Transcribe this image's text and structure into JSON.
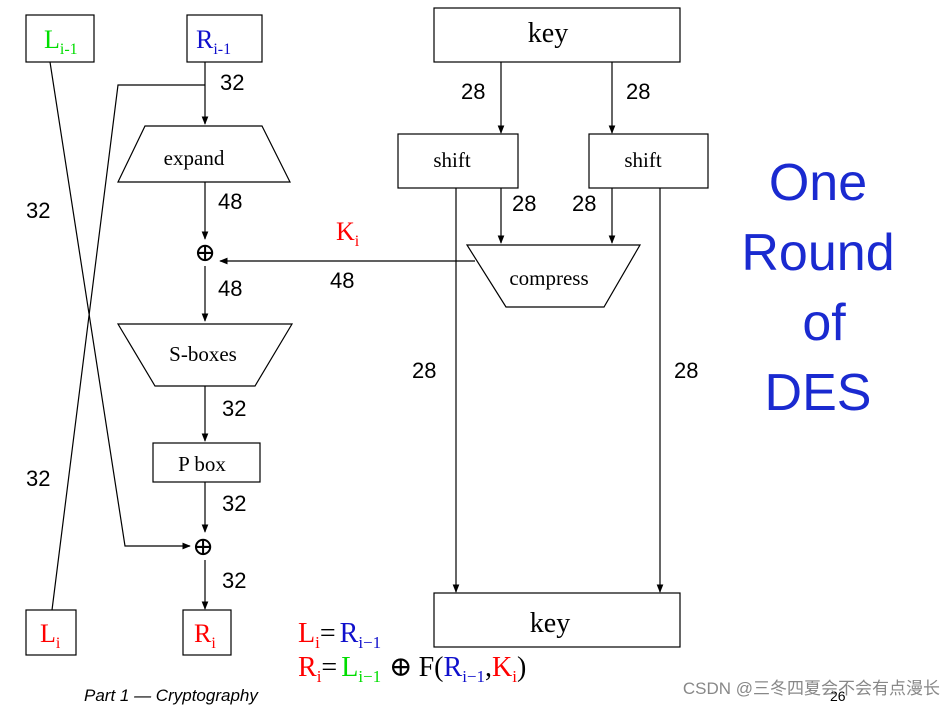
{
  "colors": {
    "ink": "#000000",
    "green": "#00dd00",
    "blue": "#1010cc",
    "red": "#ff0000",
    "title": "#1a2ad0",
    "watermark": "#888888"
  },
  "inputs": {
    "left": {
      "base": "L",
      "sub": "i-1"
    },
    "right": {
      "base": "R",
      "sub": "i-1"
    }
  },
  "outputs": {
    "left": {
      "base": "L",
      "sub": "i"
    },
    "right": {
      "base": "R",
      "sub": "i"
    }
  },
  "key_top": "key",
  "key_bottom": "key",
  "boxes": {
    "expand": "expand",
    "sboxes": "S-boxes",
    "pbox": "P box",
    "shift_left": "shift",
    "shift_right": "shift",
    "compress": "compress"
  },
  "xor_symbol": "⊕",
  "round_key": {
    "base": "K",
    "sub": "i"
  },
  "bit_labels": {
    "r_in": "32",
    "expand_out": "48",
    "xor_out": "48",
    "k_width": "48",
    "sbox_out": "32",
    "pbox_out": "32",
    "r_out": "32",
    "l_cross_upper": "32",
    "l_cross_lower": "32",
    "key_left": "28",
    "key_right": "28",
    "shift_left_out": "28",
    "shift_right_out": "28",
    "key_down_left": "28",
    "key_down_right": "28"
  },
  "title_lines": [
    "One",
    "Round",
    "of",
    "DES"
  ],
  "equations": {
    "eq1": {
      "lhs": "L",
      "lhs_sub": "i",
      "eq": "=",
      "r": "R",
      "r_sub": "i−1"
    },
    "eq2": {
      "lhs": "R",
      "lhs_sub": "i",
      "eq": "=",
      "l": "L",
      "l_sub": "i−1",
      "xor": "⊕",
      "f_open": "F(",
      "r": "R",
      "r_sub": "i−1",
      "comma": ",",
      "k": "K",
      "k_sub": "i",
      "close": ")"
    }
  },
  "footer": "Part 1 — Cryptography",
  "page_number": "26",
  "watermark": "CSDN @三冬四夏会不会有点漫长"
}
